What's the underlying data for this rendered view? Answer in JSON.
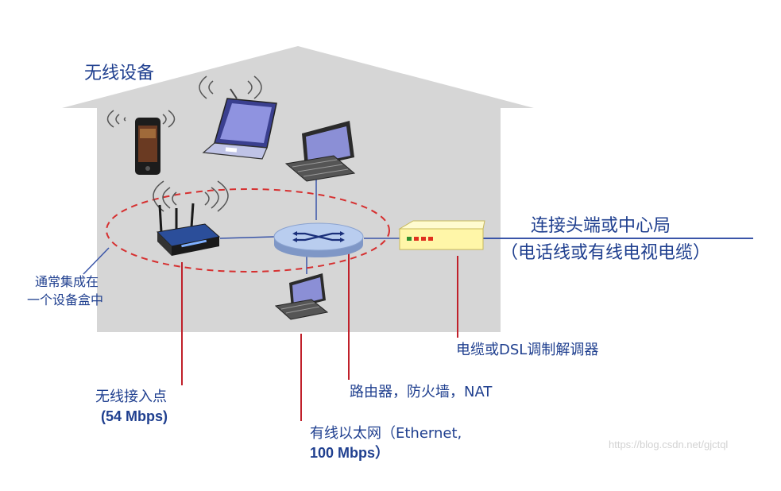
{
  "labels": {
    "wireless_devices": "无线设备",
    "headend_line1": "连接头端或中心局",
    "headend_line2": "（电话线或有线电视电缆）",
    "combined_line1": "通常集成在",
    "combined_line2": "一个设备盒中",
    "modem": "电缆或DSL调制解调器",
    "router": "路由器，防火墙，NAT",
    "ap_line1": "无线接入点",
    "ap_line2": "(54 Mbps)",
    "ethernet_line1": "有线以太网（Ethernet,",
    "ethernet_line2": "100 Mbps）"
  },
  "watermark": "https://blog.csdn.net/gjctql",
  "colors": {
    "house": "#d6d6d6",
    "label_text": "#1f3f8f",
    "pointer_line": "#c0202a",
    "link_line": "#3a55a8",
    "dashed_ellipse": "#d63030",
    "modem_body": "#fff6a8"
  },
  "icons": [
    "smartphone-icon",
    "laptop-icon",
    "desktop-icon",
    "wireless-ap-icon",
    "router-icon",
    "modem-icon"
  ]
}
